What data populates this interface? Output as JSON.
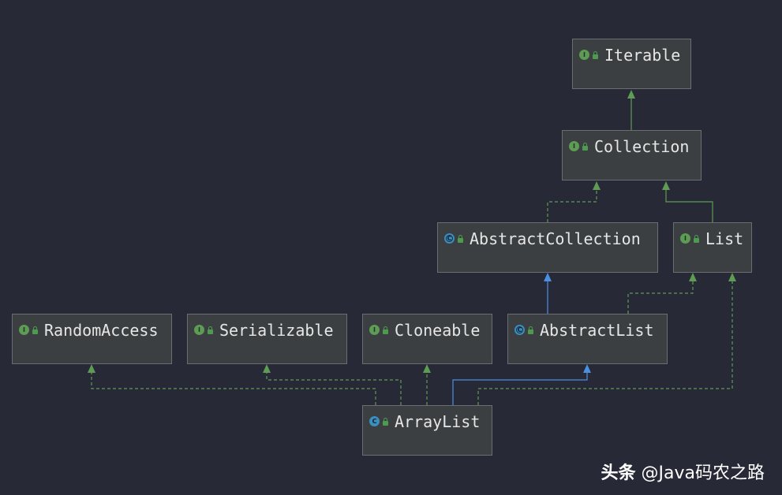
{
  "nodes": {
    "iterable": {
      "label": "Iterable",
      "kind": "interface",
      "icon": "interface-icon"
    },
    "collection": {
      "label": "Collection",
      "kind": "interface",
      "icon": "interface-icon"
    },
    "abstract_collection": {
      "label": "AbstractCollection",
      "kind": "abstract",
      "icon": "abstract-class-icon"
    },
    "list": {
      "label": "List",
      "kind": "interface",
      "icon": "interface-icon"
    },
    "random_access": {
      "label": "RandomAccess",
      "kind": "interface",
      "icon": "interface-icon"
    },
    "serializable": {
      "label": "Serializable",
      "kind": "interface",
      "icon": "interface-icon"
    },
    "cloneable": {
      "label": "Cloneable",
      "kind": "interface",
      "icon": "interface-icon"
    },
    "abstract_list": {
      "label": "AbstractList",
      "kind": "abstract",
      "icon": "abstract-class-icon"
    },
    "array_list": {
      "label": "ArrayList",
      "kind": "class",
      "icon": "class-icon"
    }
  },
  "edges": [
    {
      "from": "collection",
      "to": "iterable",
      "type": "extends"
    },
    {
      "from": "abstract_collection",
      "to": "collection",
      "type": "implements"
    },
    {
      "from": "list",
      "to": "collection",
      "type": "extends"
    },
    {
      "from": "abstract_list",
      "to": "abstract_collection",
      "type": "extends-class"
    },
    {
      "from": "abstract_list",
      "to": "list",
      "type": "implements"
    },
    {
      "from": "array_list",
      "to": "random_access",
      "type": "implements"
    },
    {
      "from": "array_list",
      "to": "serializable",
      "type": "implements"
    },
    {
      "from": "array_list",
      "to": "cloneable",
      "type": "implements"
    },
    {
      "from": "array_list",
      "to": "abstract_list",
      "type": "extends-class"
    },
    {
      "from": "array_list",
      "to": "list",
      "type": "implements"
    }
  ],
  "colors": {
    "background": "#272a36",
    "node_fill": "#3c3f41",
    "interface_edge": "#5e9b54",
    "class_edge": "#4a8fe0"
  },
  "watermark": {
    "prefix": "头条",
    "text": "@Java码农之路"
  }
}
